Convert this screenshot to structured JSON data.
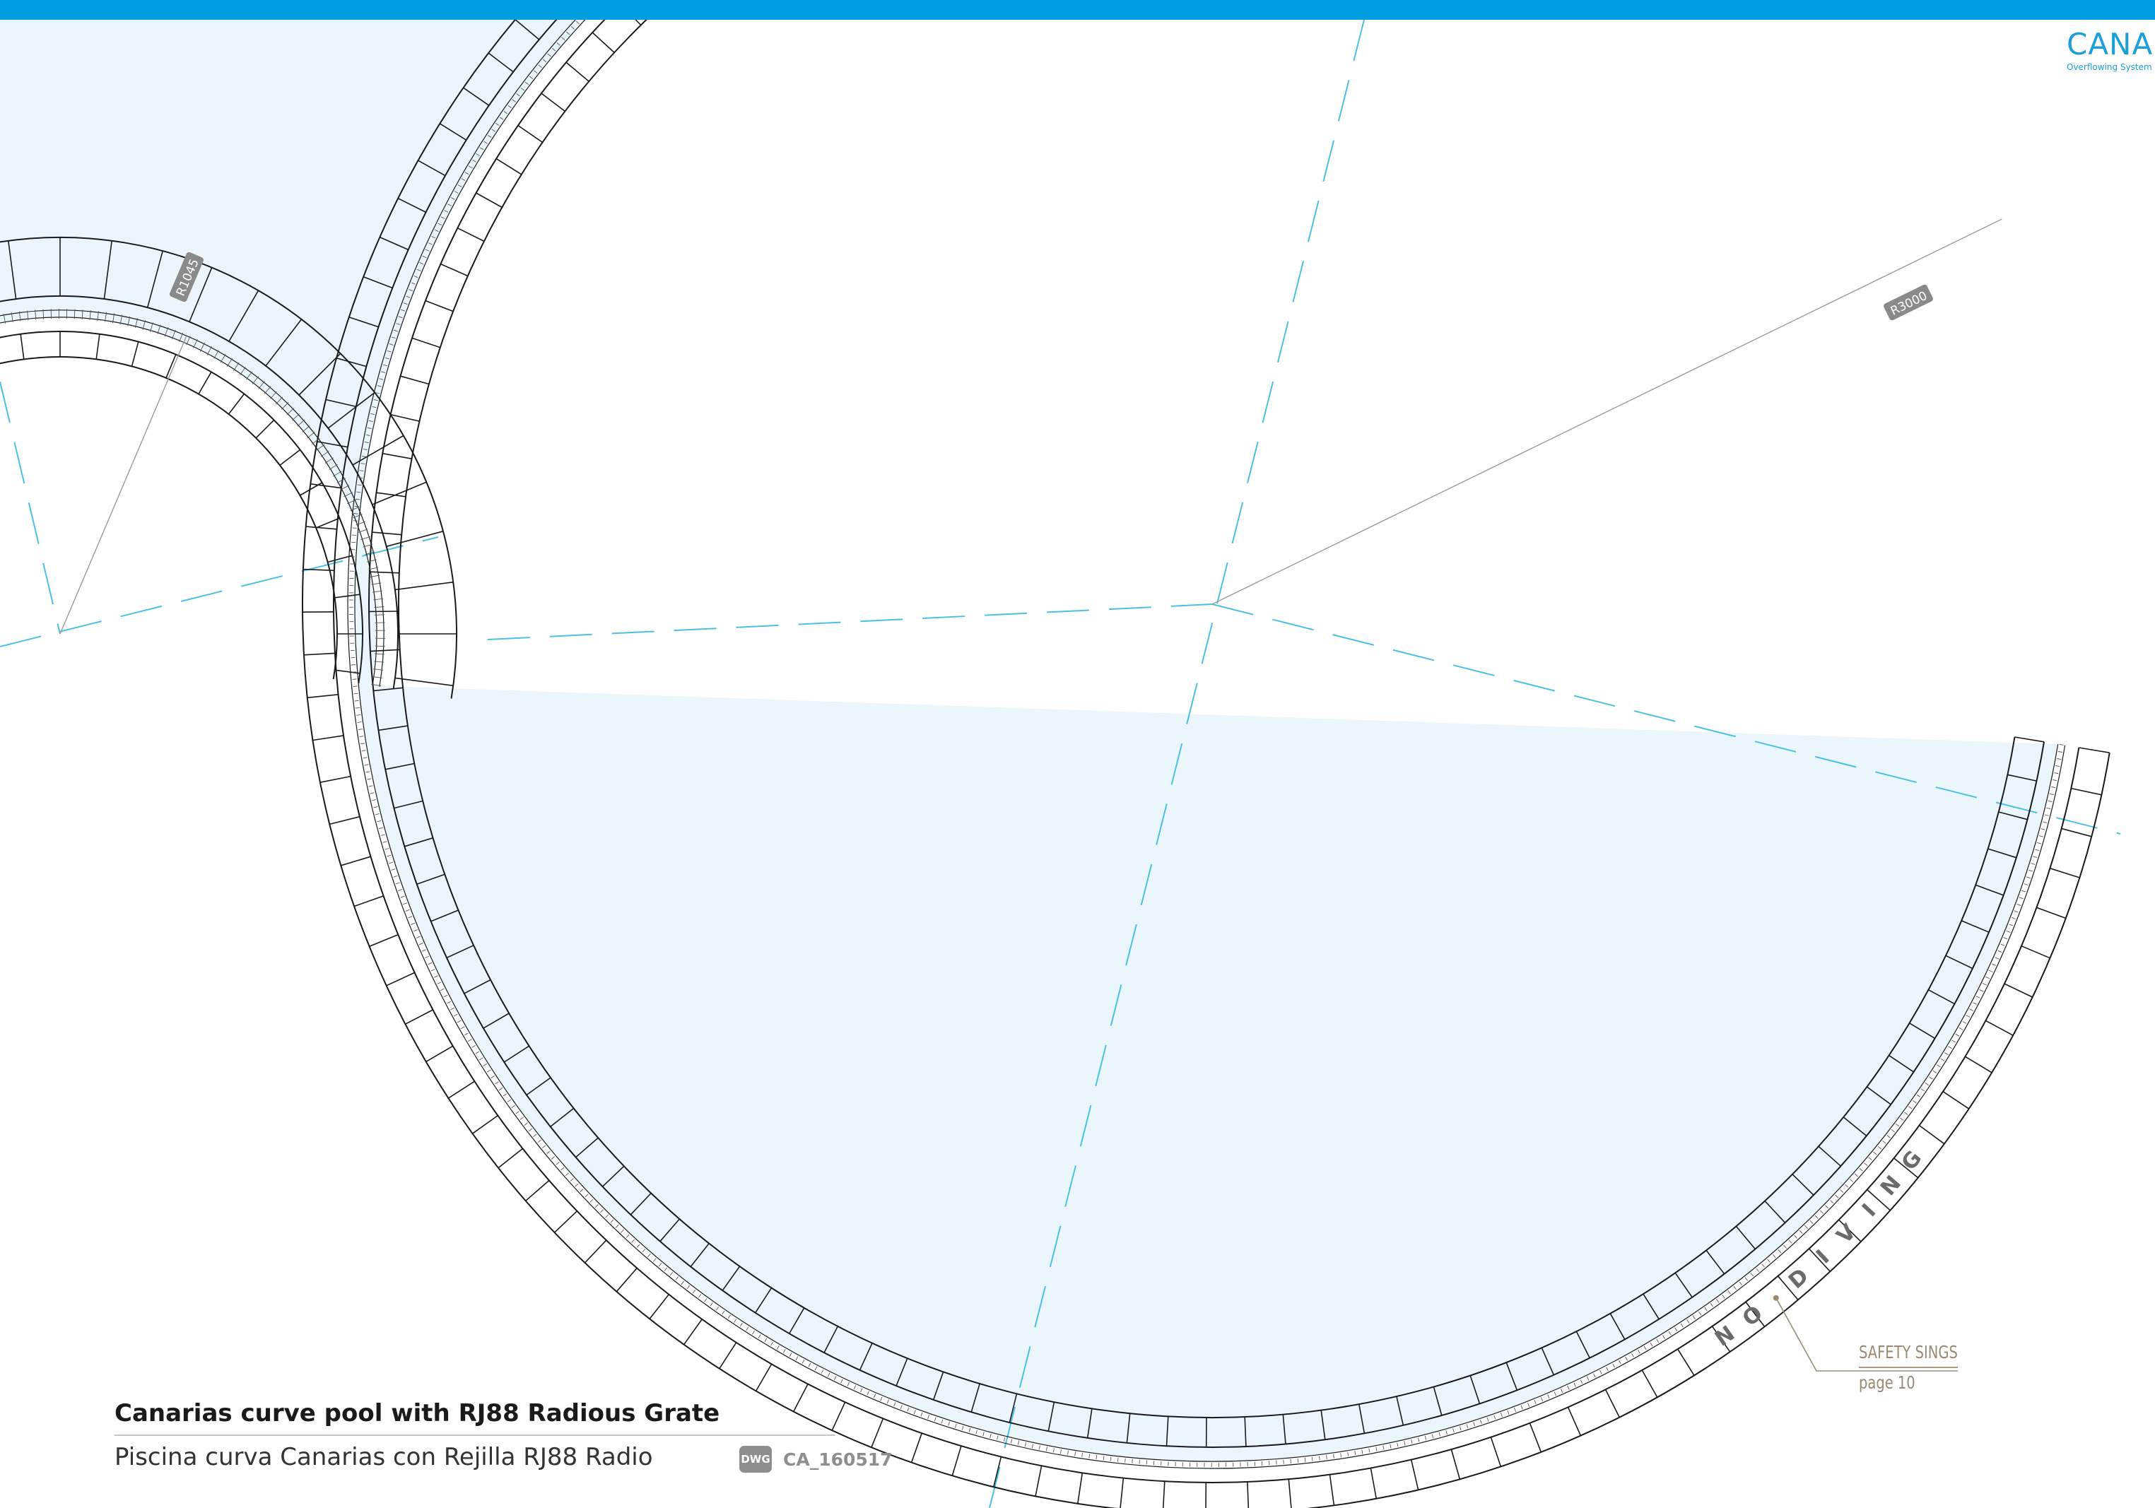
{
  "header": {
    "brand_name": "CANAR",
    "brand_subtitle": "Overflowing System",
    "bar_color": "#009ee0"
  },
  "drawing": {
    "water_color": "#eaf6fc",
    "axis_color": "#4cc0e0",
    "line_color": "#1a1a1a",
    "labels": {
      "small_radius": "R1045",
      "large_radius": "R3000"
    },
    "sign_text": "NO DIVING"
  },
  "safety_note": {
    "title": "SAFETY SINGS",
    "page": "page 10",
    "color": "#9a8a73"
  },
  "title_block": {
    "title_en": "Canarias curve pool with RJ88 Radious Grate",
    "title_es": "Piscina curva Canarias con Rejilla RJ88 Radio",
    "file_badge": "DWG",
    "file_code": "CA_160517"
  }
}
